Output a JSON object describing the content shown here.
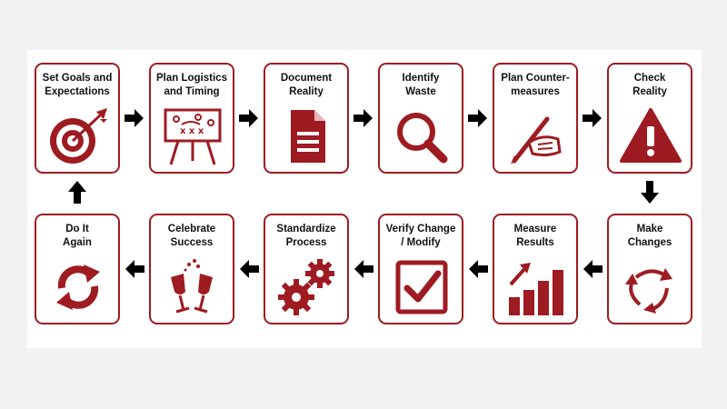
{
  "accent_color": "#9e1b21",
  "arrow_color": "#000000",
  "steps": [
    {
      "label_line1": "Set Goals and",
      "label_line2": "Expectations",
      "icon": "target-icon"
    },
    {
      "label_line1": "Plan Logistics",
      "label_line2": "and Timing",
      "icon": "easel-plan-icon"
    },
    {
      "label_line1": "Document",
      "label_line2": "Reality",
      "icon": "document-icon"
    },
    {
      "label_line1": "Identify",
      "label_line2": "Waste",
      "icon": "magnifier-icon"
    },
    {
      "label_line1": "Plan Counter-",
      "label_line2": "measures",
      "icon": "hand-writing-icon"
    },
    {
      "label_line1": "Check",
      "label_line2": "Reality",
      "icon": "warning-icon"
    },
    {
      "label_line1": "Make",
      "label_line2": "Changes",
      "icon": "cycle-arrows-icon"
    },
    {
      "label_line1": "Measure",
      "label_line2": "Results",
      "icon": "bar-growth-icon"
    },
    {
      "label_line1": "Verify Change",
      "label_line2": "/ Modify",
      "icon": "checkbox-icon"
    },
    {
      "label_line1": "Standardize",
      "label_line2": "Process",
      "icon": "gears-icon"
    },
    {
      "label_line1": "Celebrate",
      "label_line2": "Success",
      "icon": "champagne-icon"
    },
    {
      "label_line1": "Do It",
      "label_line2": "Again",
      "icon": "refresh-icon"
    }
  ]
}
